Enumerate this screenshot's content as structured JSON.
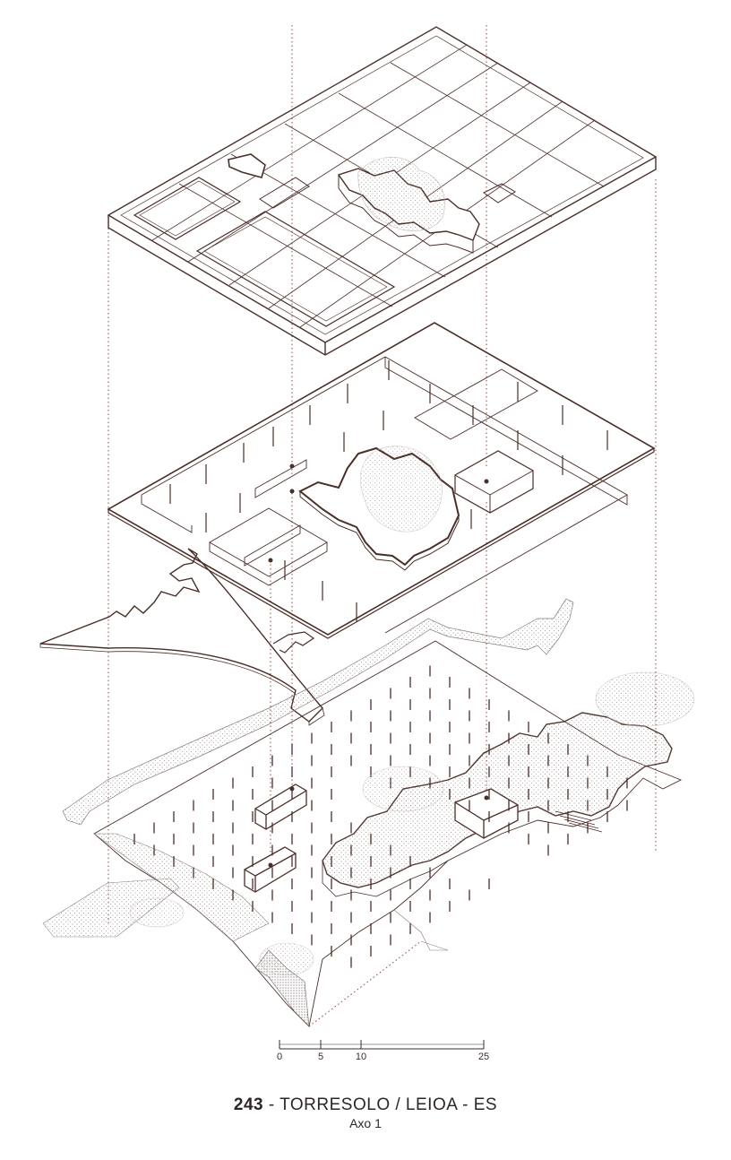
{
  "scale_bar": {
    "ticks": [
      "0",
      "5",
      "10",
      "25"
    ]
  },
  "caption": {
    "number": "243",
    "separator": " - ",
    "title": "TORRESOLO / LEIOA - ES",
    "subtitle": "Axo 1"
  },
  "colors": {
    "line": "#4a2e28",
    "dotted": "#8a4a3e",
    "tree": "#c9c2bf",
    "hatch": "#9a908c"
  }
}
